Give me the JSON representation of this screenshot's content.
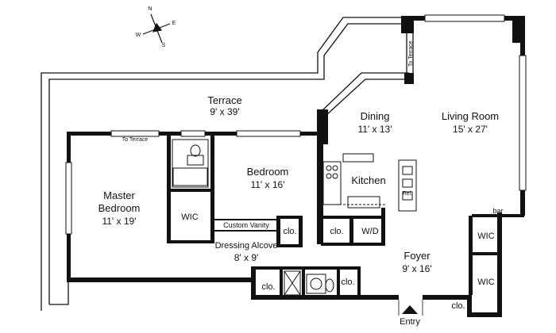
{
  "compass": {
    "n": "N",
    "s": "S",
    "e": "E",
    "w": "W"
  },
  "rooms": {
    "terrace": {
      "name": "Terrace",
      "dims": "9' x 39'"
    },
    "dining": {
      "name": "Dining",
      "dims": "11' x 13'"
    },
    "living_room": {
      "name": "Living Room",
      "dims": "15' x 27'"
    },
    "bedroom": {
      "name": "Bedroom",
      "dims": "11' x 16'"
    },
    "kitchen": {
      "name": "Kitchen"
    },
    "master_bedroom": {
      "name_line1": "Master",
      "name_line2": "Bedroom",
      "dims": "11' x 19'"
    },
    "dressing_alcove": {
      "name": "Dressing Alcove",
      "dims": "8' x 9'"
    },
    "foyer": {
      "name": "Foyer",
      "dims": "9' x 16'"
    }
  },
  "labels": {
    "to_terrace_master": "To Terrace",
    "to_terrace_living": "To Terrace",
    "wic_master": "WIC",
    "wic_foyer_1": "WIC",
    "wic_foyer_2": "WIC",
    "custom_vanity": "Custom Vanity",
    "clo_bedroom": "clo.",
    "clo_kitchen": "clo.",
    "wd": "W/D",
    "ref": "Ref.",
    "bar": "bar",
    "clo_bottom_left": "clo.",
    "clo_bottom_right": "clo.",
    "clo_entry": "clo.",
    "entry": "Entry"
  }
}
